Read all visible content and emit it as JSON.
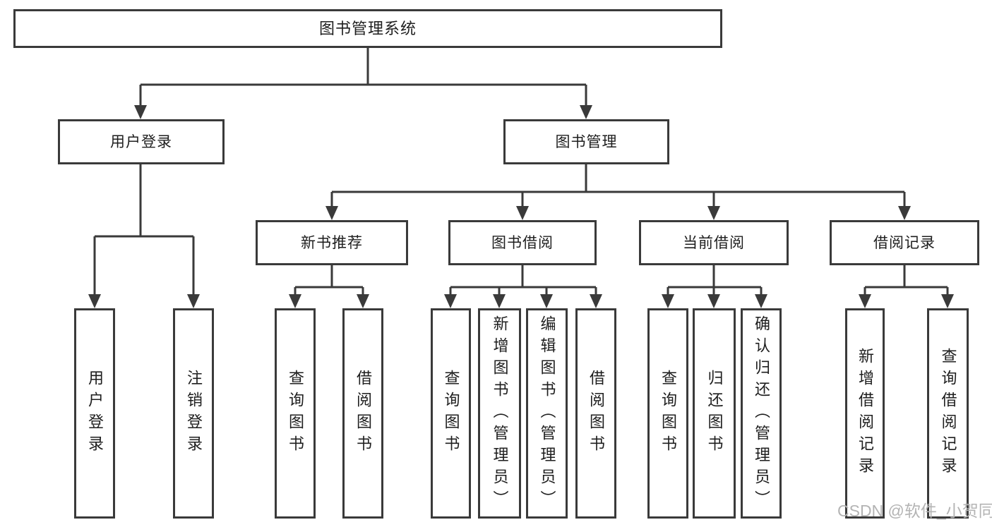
{
  "diagram": {
    "title": "图书管理系统",
    "watermark": "CSDN @软件_小贺同学",
    "colors": {
      "line": "#3a3a3a",
      "text": "#1e1e1e",
      "background": "#ffffff",
      "watermark": "#b4b4b4"
    },
    "nodes": {
      "root": "图书管理系统",
      "user_login": "用户登录",
      "book_mgmt": "图书管理",
      "login": "用户登录",
      "logout": "注销登录",
      "new_book_rec": "新书推荐",
      "book_borrow": "图书借阅",
      "current_borrow": "当前借阅",
      "borrow_records": "借阅记录",
      "rec_query": "查询图书",
      "rec_borrow": "借阅图书",
      "bb_query": "查询图书",
      "bb_add": "新增图书（管理员）",
      "bb_edit": "编辑图书（管理员）",
      "bb_borrow": "借阅图书",
      "cb_query": "查询图书",
      "cb_return": "归还图书",
      "cb_confirm": "确认归还（管理员）",
      "br_add": "新增借阅记录",
      "br_query": "查询借阅记录"
    }
  }
}
